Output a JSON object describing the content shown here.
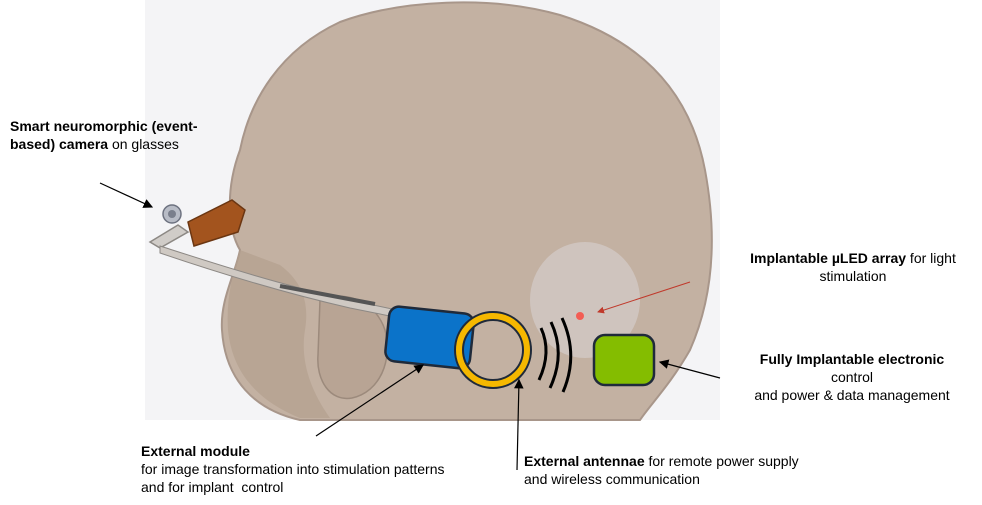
{
  "labels": {
    "camera": {
      "bold": "Smart neuromorphic (event-based) camera",
      "normal": " on glasses"
    },
    "uled": {
      "bold": "Implantable µLED array",
      "normal": " for light stimulation"
    },
    "electronic": {
      "bold": "Fully Implantable electronic",
      "line2": "control",
      "line3": "and power & data management"
    },
    "module": {
      "bold": "External module",
      "line2": "for image transformation into stimulation patterns",
      "line3": "and for implant  control"
    },
    "antenna": {
      "bold": "External antennae",
      "normal": " for remote power supply  and wireless communication"
    }
  },
  "colors": {
    "head": "#c3b1a2",
    "head_edge": "#a8968a",
    "background_panel": "#f4f4f6",
    "module_blue": "#0b73c9",
    "antenna_yellow": "#f5b800",
    "electronic_green": "#84bd00",
    "glasses_lens": "#a3541e",
    "led_red": "#ff3b30",
    "arrow": "#000000",
    "led_arrow": "#c0392b"
  }
}
